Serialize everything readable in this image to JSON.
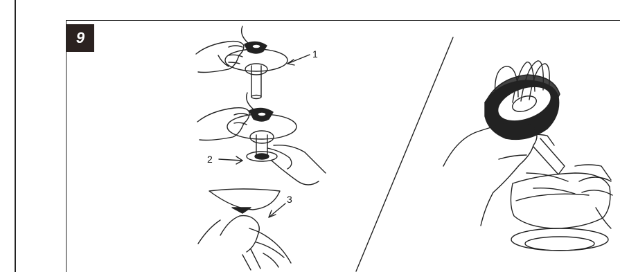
{
  "step": {
    "number": "9"
  },
  "callouts": [
    {
      "label": "1"
    },
    {
      "label": "2"
    },
    {
      "label": "3"
    }
  ],
  "colors": {
    "line": "#222222",
    "badge": "#2b2220",
    "badge_text": "#ffffff"
  }
}
